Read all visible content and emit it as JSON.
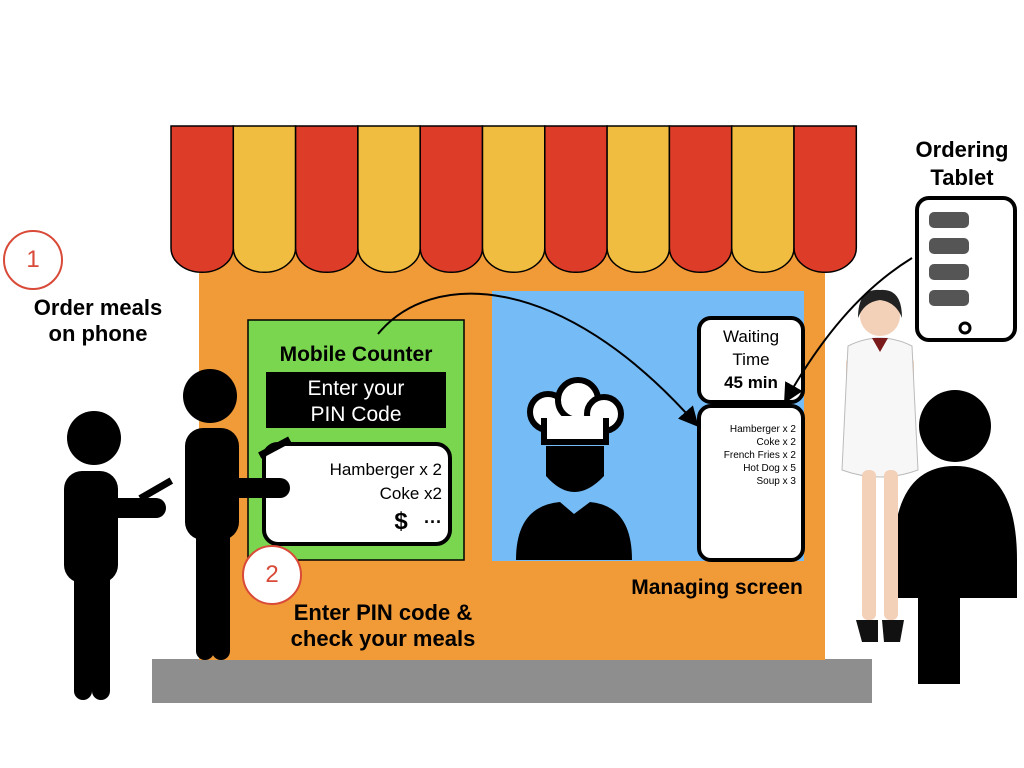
{
  "steps": {
    "one": {
      "number": "1",
      "caption": "Order meals on phone"
    },
    "two": {
      "number": "2",
      "caption": "Enter PIN code & check your meals"
    }
  },
  "mobile_counter": {
    "title": "Mobile Counter",
    "pin_prompt_line1": "Enter your",
    "pin_prompt_line2": "PIN Code",
    "order_items": [
      "Hamberger x 2",
      "Coke x2"
    ],
    "price_symbol": "$",
    "more": "···"
  },
  "managing_screen": {
    "caption": "Managing screen",
    "waiting_title_line1": "Waiting",
    "waiting_title_line2": "Time",
    "waiting_value": "45 min",
    "order_list": [
      "Hamberger x 2",
      "Coke x 2",
      "French Fries x 2",
      "Hot Dog x 5",
      "Soup x 3"
    ]
  },
  "ordering_tablet": {
    "label_line1": "Ordering",
    "label_line2": "Tablet"
  },
  "colors": {
    "awning_red": "#dd3d28",
    "awning_yellow": "#f0bd41",
    "shop_orange": "#f19a38",
    "counter_green": "#7ad64f",
    "kitchen_blue": "#75bcf7",
    "ground_gray": "#8e8e8e",
    "step_red": "#d94a38"
  },
  "icons": [
    "person-icon",
    "phone-icon",
    "chef-icon",
    "tablet-icon",
    "waitress-figure"
  ]
}
